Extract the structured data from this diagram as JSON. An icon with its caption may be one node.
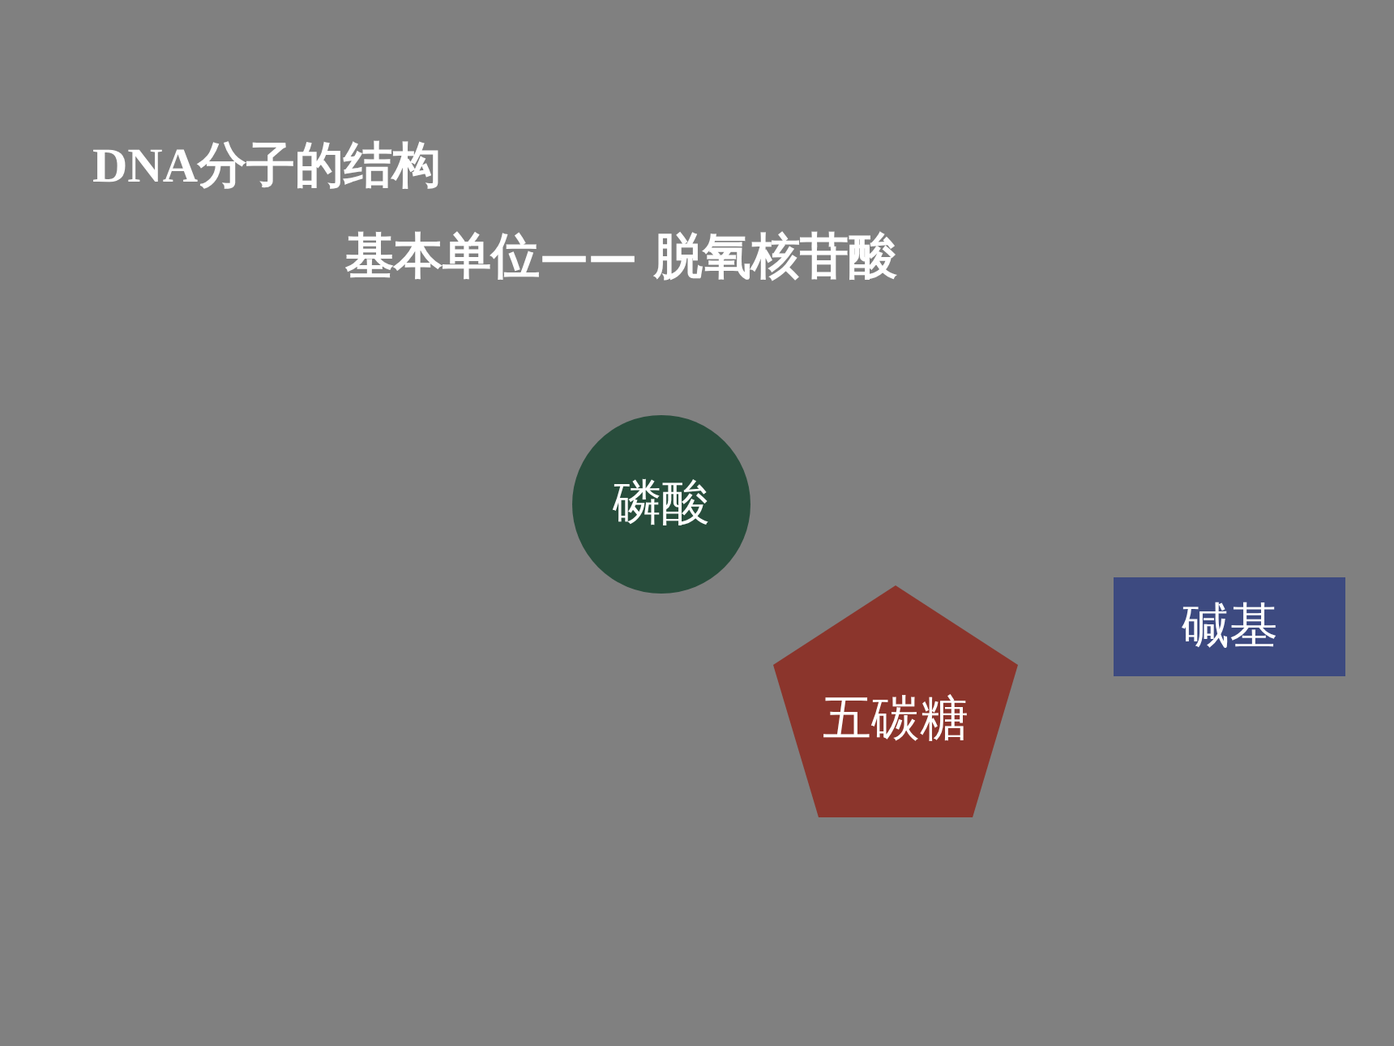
{
  "diagram": {
    "title": "DNA分子的结构",
    "nodes": [
      {
        "text": [
          "磷酸"
        ]
      },
      {
        "text": [
          "五碳糖"
        ]
      },
      {
        "text": [
          "碱基"
        ]
      }
    ],
    "labels": [
      "基本单位—— 脱氧核苷酸"
    ]
  }
}
